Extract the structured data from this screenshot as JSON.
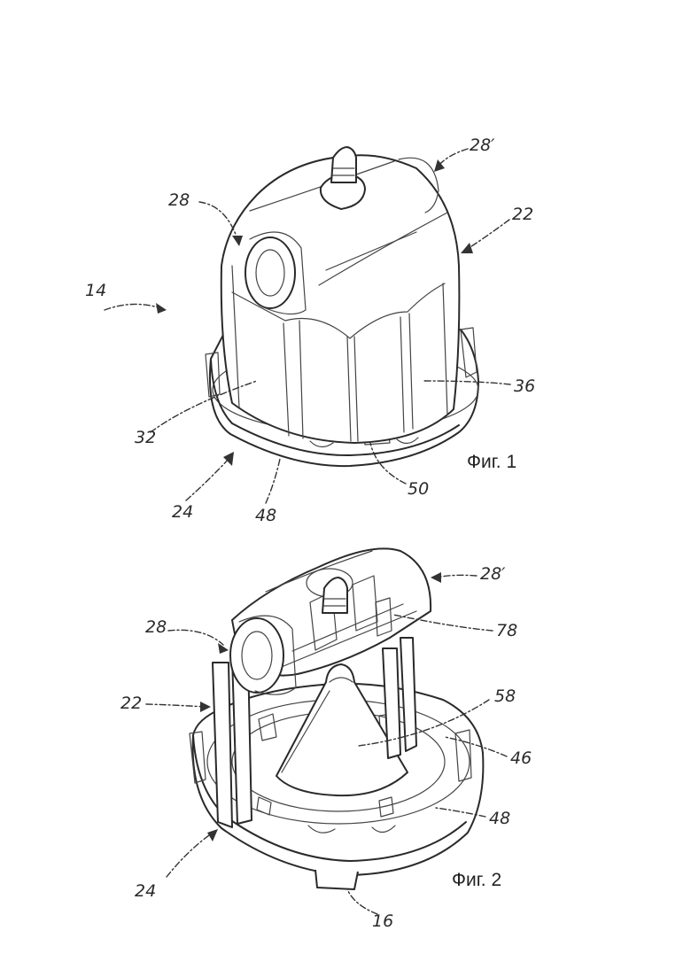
{
  "figure1": {
    "caption": "Фиг. 1",
    "labels": {
      "l14": "14",
      "l28": "28",
      "l28p": "28′",
      "l22": "22",
      "l36": "36",
      "l32": "32",
      "l24": "24",
      "l48": "48",
      "l50": "50"
    }
  },
  "figure2": {
    "caption": "Фиг. 2",
    "labels": {
      "l28": "28",
      "l28p": "28′",
      "l78": "78",
      "l22": "22",
      "l58": "58",
      "l46": "46",
      "l48": "48",
      "l24": "24",
      "l16": "16"
    }
  }
}
